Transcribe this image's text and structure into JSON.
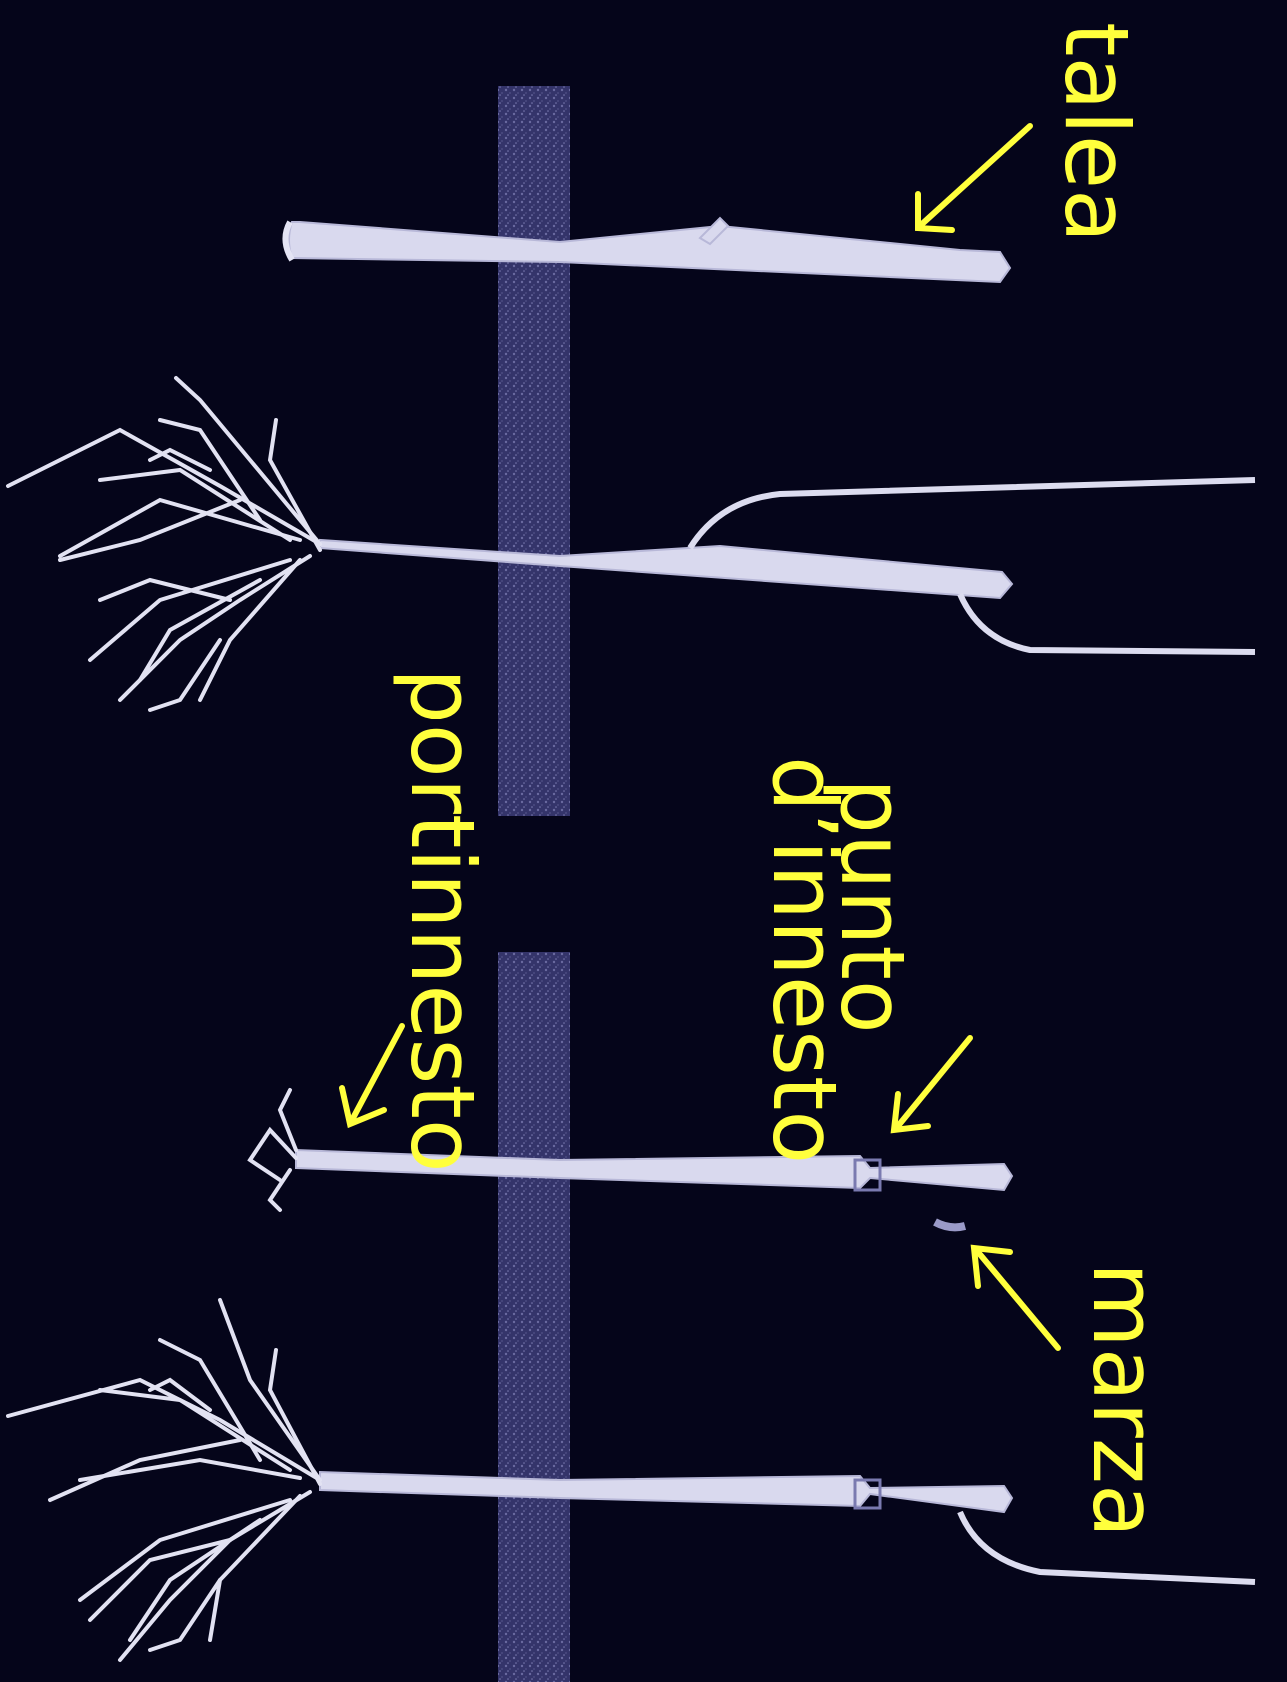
{
  "labels": {
    "talea": "talea",
    "portinnesto": "portinnesto",
    "punto": "punto",
    "dinnesto": "d’innesto",
    "marza": "marza"
  },
  "colors": {
    "background": "#05051a",
    "soil_band": "#37376a",
    "stem": "#d9d9ee",
    "root": "#e2e2f2",
    "label": "#ffff3c",
    "arrow": "#ffff3c"
  }
}
